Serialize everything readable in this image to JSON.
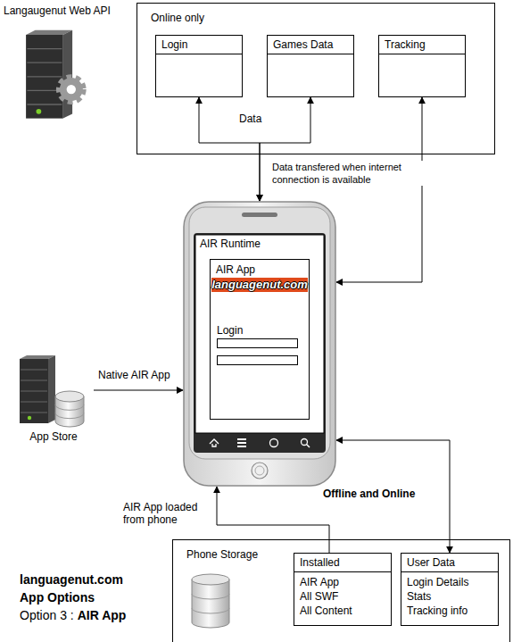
{
  "diagram": {
    "nodes": [
      {
        "text": [
          "Online only"
        ]
      },
      {
        "text": [
          "Login"
        ],
        "in": 0
      },
      {
        "text": [
          "Games Data"
        ],
        "in": 0
      },
      {
        "text": [
          "Tracking"
        ],
        "in": 0
      },
      {
        "text": [
          "AIR Runtime"
        ]
      },
      {
        "text": [
          "AIR App",
          "languagenut.com",
          "Login"
        ],
        "in": 4
      },
      {
        "text": [
          "App Store"
        ]
      },
      {
        "text": [
          "Phone Storage"
        ]
      },
      {
        "text": [
          "Installed",
          "AIR App",
          "All SWF",
          "All Content"
        ],
        "in": 7
      },
      {
        "text": [
          "User Data",
          "Login Details",
          "Stats",
          "Tracking info"
        ],
        "in": 7
      }
    ],
    "edges": [
      {
        "from": 4,
        "to": 1,
        "label": "Data",
        "arrow": "both"
      },
      {
        "from": 4,
        "to": 2,
        "label": "Data transfered when internet connection is available",
        "arrow": "both"
      },
      {
        "from": 3,
        "to": 4,
        "arrow": "both"
      },
      {
        "from": 6,
        "to": 4,
        "label": "Native AIR App",
        "arrow": "to"
      },
      {
        "from": 8,
        "to": 4,
        "label": "AIR App loaded from phone",
        "arrow": "to"
      },
      {
        "from": 9,
        "to": 4,
        "label": "Offline and Online",
        "arrow": "both"
      }
    ],
    "labels": [
      "Langaugenut Web API",
      "languagenut.com",
      "App Options",
      "Option 3 :",
      "AIR App"
    ]
  }
}
